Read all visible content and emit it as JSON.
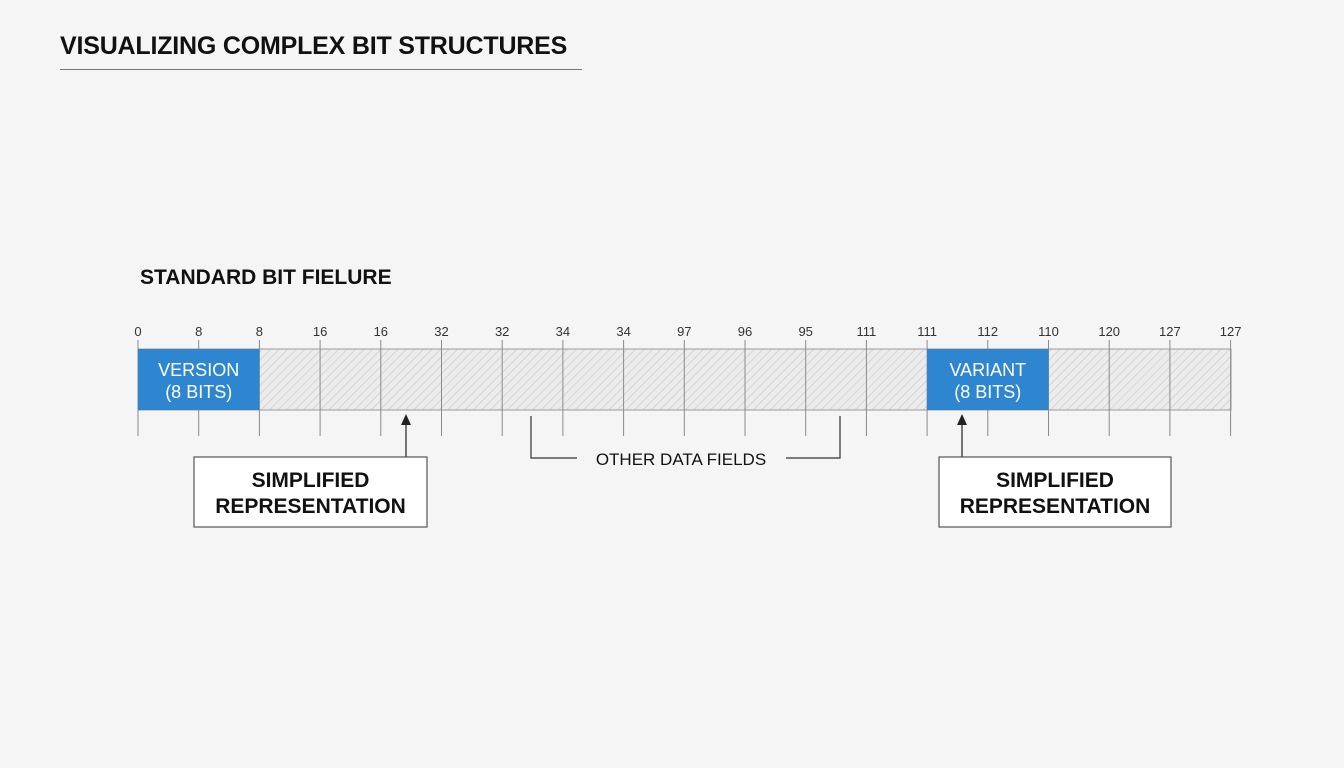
{
  "title": "VISUALIZING COMPLEX BIT STRUCTURES",
  "section_title": "STANDARD BIT FIELURE",
  "colors": {
    "field_fill": "#2f86d0",
    "background": "#f5f5f5"
  },
  "ticks": [
    "0",
    "8",
    "8",
    "16",
    "16",
    "32",
    "32",
    "34",
    "34",
    "97",
    "96",
    "95",
    "111",
    "111",
    "112",
    "110",
    "120",
    "127",
    "127"
  ],
  "fields": [
    {
      "lines": [
        "VERSION",
        "(8 BITS)"
      ],
      "start_tick": 0,
      "end_tick": 2
    },
    {
      "lines": [
        "VARIANT",
        "(8 BITS)"
      ],
      "start_tick": 13,
      "end_tick": 15
    }
  ],
  "callouts": [
    {
      "lines": [
        "SIMPLIFIED",
        "REPRESENTATION"
      ],
      "points_to": "other-region-left"
    },
    {
      "lines": [
        "SIMPLIFIED",
        "REPRESENTATION"
      ],
      "points_to": "variant-field"
    }
  ],
  "bracket": {
    "label": "OTHER DATA FIELDS"
  }
}
